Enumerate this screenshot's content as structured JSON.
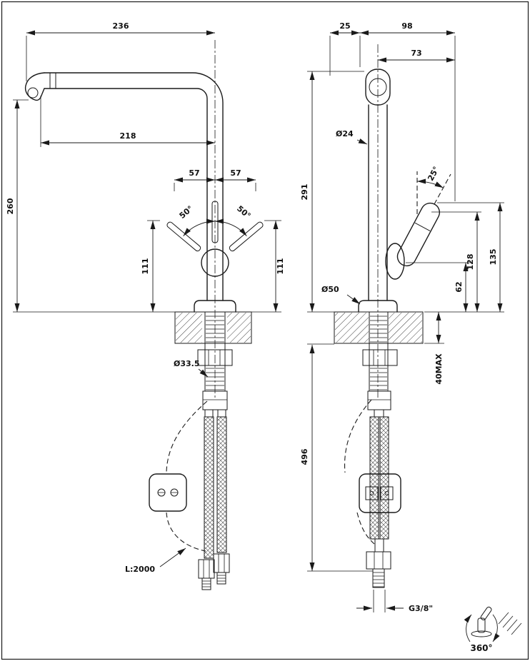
{
  "drawing": {
    "front": {
      "dim_reach": "236",
      "dim_inner_reach": "218",
      "dim_height": "260",
      "dim_swing_left": "57",
      "dim_swing_right": "57",
      "dim_angle_left": "50°",
      "dim_angle_right": "50°",
      "dim_lever_left": "111",
      "dim_lever_right": "111",
      "dim_shank": "Ø33.5",
      "dim_hose_length": "L:2000"
    },
    "side": {
      "dim_front_offset": "25",
      "dim_depth": "98",
      "dim_handle_reach": "73",
      "dim_body_dia": "Ø24",
      "dim_height": "291",
      "dim_handle_angle": "25°",
      "dim_handle_top": "135",
      "dim_handle_grip": "128",
      "dim_pivot": "62",
      "dim_base_dia": "Ø50",
      "dim_deck_max": "40MAX",
      "dim_under_height": "496",
      "dim_thread": "G3/8\"",
      "dim_rotation": "360°"
    }
  }
}
